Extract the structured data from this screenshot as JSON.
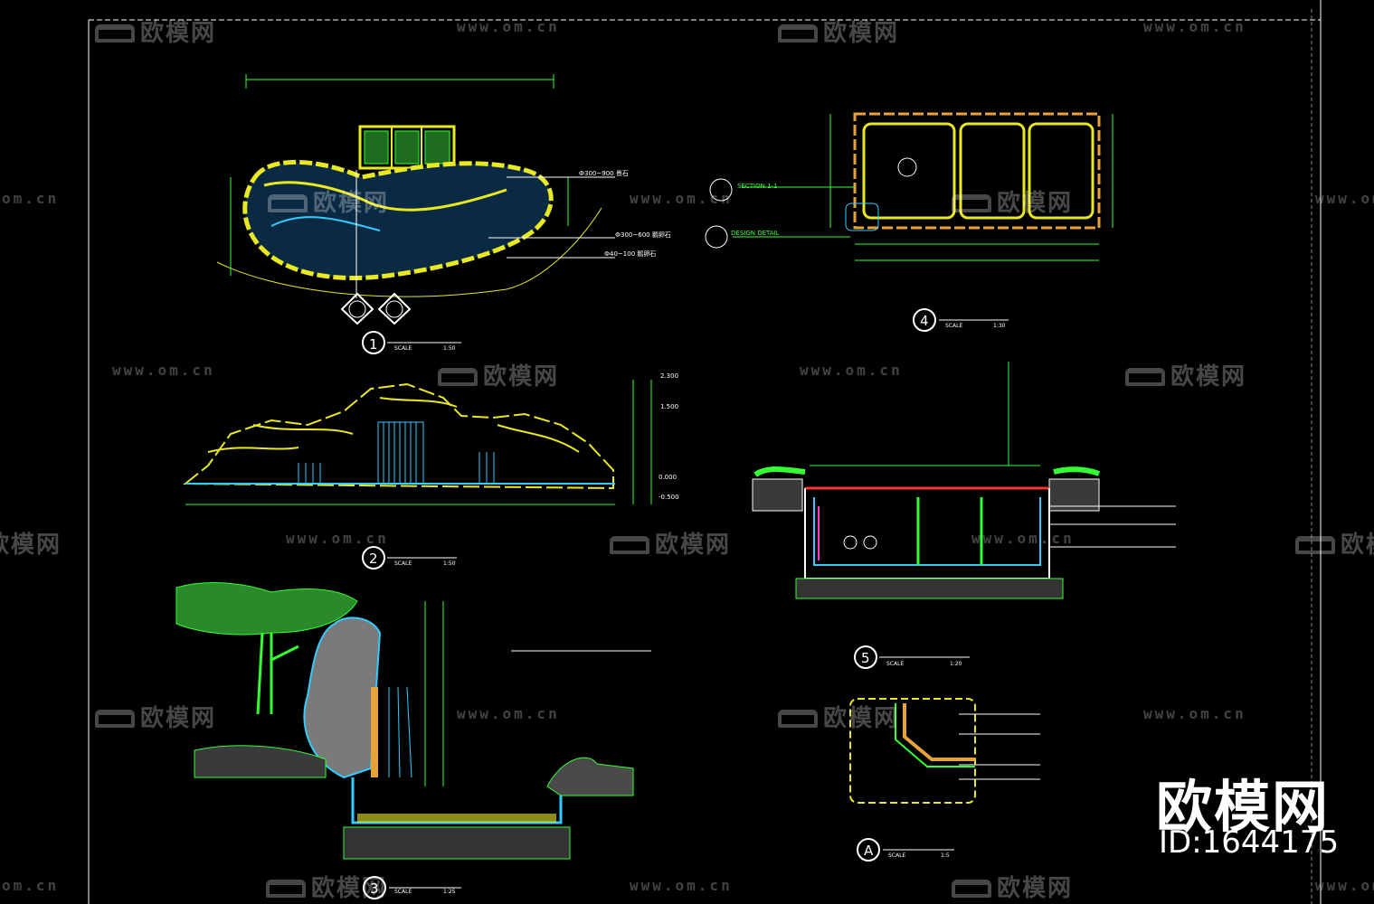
{
  "watermark": {
    "brand": "欧模网",
    "url": "www.om.cn",
    "url_short": "om.cn",
    "id": "ID:1644175"
  },
  "details": [
    {
      "number": "1",
      "scale_label": "SCALE",
      "scale": "1:50"
    },
    {
      "number": "2",
      "scale_label": "SCALE",
      "scale": "1:50"
    },
    {
      "number": "3",
      "scale_label": "SCALE",
      "scale": "1:25"
    },
    {
      "number": "4",
      "scale_label": "SCALE",
      "scale": "1:30"
    },
    {
      "number": "5",
      "scale_label": "SCALE",
      "scale": "1:20"
    },
    {
      "number": "A",
      "scale_label": "SCALE",
      "scale": "1:5"
    }
  ],
  "plan_labels": {
    "section_tag": "SECTION 1-1",
    "detail_tag": "DESIGN DETAIL",
    "rock_label": "Ф300~900 景石",
    "stone_label": "Ф300~600 鹅卵石",
    "pebble_label": "Ф40~100 鹅卵石"
  },
  "elevation_labels": {
    "top_level": "2.300",
    "mid_level": "1.500",
    "base_level": "0.000",
    "low_level": "-0.500"
  },
  "colors": {
    "background": "#000000",
    "yellow": "#e8e823",
    "green": "#33ff33",
    "cyan": "#33ccff",
    "orange": "#e8a23a",
    "white": "#ffffff",
    "red": "#ff3333",
    "magenta": "#ff33cc"
  }
}
